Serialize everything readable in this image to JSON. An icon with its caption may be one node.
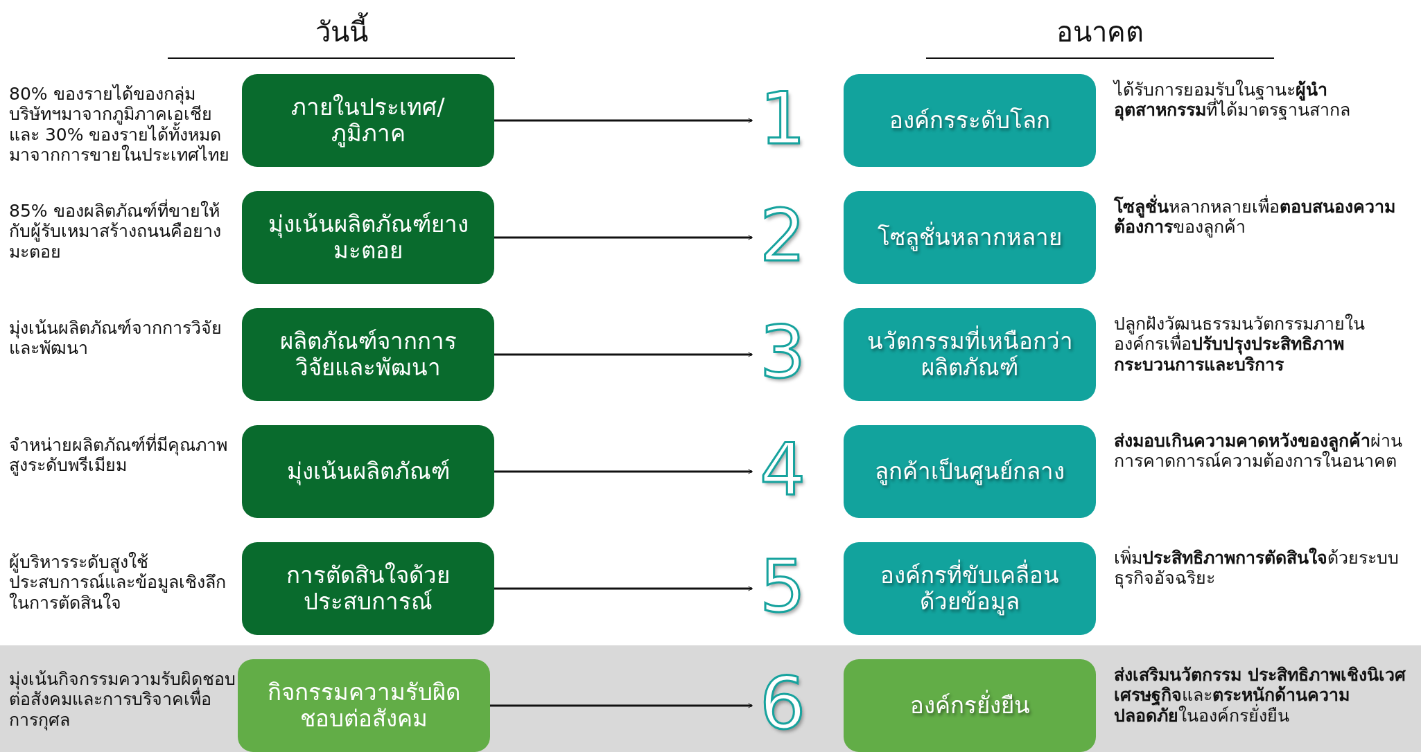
{
  "diagram": {
    "nodes": [
      {
        "text": [
          "ภายในประเทศ/ภูมิภาค"
        ],
        "beside": [
          "80% ของรายได้ของกลุ่มบริษัทฯมาจากภูมิภาคเอเชีย และ 30% ของรายได้ทั้งหมดมาจากการขายในประเทศไทย"
        ]
      },
      {
        "text": [
          "1"
        ]
      },
      {
        "text": [
          "องค์กรระดับโลก"
        ],
        "beside": [
          "ได้รับการยอมรับในฐานะ**ผู้นำอุตสาหกรรม**ที่ได้มาตรฐานสากล"
        ]
      },
      {
        "text": [
          "มุ่งเน้นผลิตภัณฑ์ยางมะตอย"
        ],
        "beside": [
          "85% ของผลิตภัณฑ์ที่ขายให้กับผู้รับเหมาสร้างถนนคือยางมะตอย"
        ]
      },
      {
        "text": [
          "2"
        ]
      },
      {
        "text": [
          "โซลูชั่นหลากหลาย"
        ],
        "beside": [
          "**โซลูชั่น**หลากหลายเพื่อ**ตอบสนองความต้องการ**ของลูกค้า"
        ]
      },
      {
        "text": [
          "ผลิตภัณฑ์จากการวิจัยและพัฒนา"
        ],
        "beside": [
          "มุ่งเน้นผลิตภัณฑ์จากการวิจัยและพัฒนา"
        ]
      },
      {
        "text": [
          "3"
        ]
      },
      {
        "text": [
          "นวัตกรรมที่เหนือกว่าผลิตภัณฑ์"
        ],
        "beside": [
          "ปลูกฝังวัฒนธรรมนวัตกรรมภายในองค์กรเพื่อ**ปรับปรุงประสิทธิภาพกระบวนการและบริการ**"
        ]
      },
      {
        "text": [
          "มุ่งเน้นผลิตภัณฑ์"
        ],
        "beside": [
          "จำหน่ายผลิตภัณฑ์ที่มีคุณภาพสูงระดับพรีเมียม"
        ]
      },
      {
        "text": [
          "4"
        ]
      },
      {
        "text": [
          "ลูกค้าเป็นศูนย์กลาง"
        ],
        "beside": [
          "**ส่งมอบเกินความคาดหวังของลูกค้า**ผ่านการคาดการณ์ความต้องการในอนาคต"
        ]
      },
      {
        "text": [
          "การตัดสินใจด้วยประสบการณ์"
        ],
        "beside": [
          "ผู้บริหารระดับสูงใช้ประสบการณ์และข้อมูลเชิงลึกในการตัดสินใจ"
        ]
      },
      {
        "text": [
          "5"
        ]
      },
      {
        "text": [
          "องค์กรที่ขับเคลื่อนด้วยข้อมูล"
        ],
        "beside": [
          "เพิ่ม**ประสิทธิภาพการตัดสินใจ**ด้วยระบบธุรกิจอัจฉริยะ"
        ]
      },
      {
        "text": [
          "กิจกรรมความรับผิดชอบต่อสังคม"
        ],
        "beside": [
          "มุ่งเน้นกิจกรรมความรับผิดชอบต่อสังคมและการบริจาคเพื่อการกุศล"
        ]
      },
      {
        "text": [
          "6"
        ]
      },
      {
        "text": [
          "องค์กรยั่งยืน"
        ],
        "beside": [
          "**ส่งเสริมนวัตกรรม ประสิทธิภาพเชิงนิเวศเศรษฐกิจ**และ**ตระหนักด้านความปลอดภัย**ในองค์กรยั่งยืน"
        ]
      }
    ],
    "edges": [
      {
        "from": 0,
        "to": 1,
        "arrow": "to"
      },
      {
        "from": 3,
        "to": 4,
        "arrow": "to"
      },
      {
        "from": 6,
        "to": 7,
        "arrow": "to"
      },
      {
        "from": 9,
        "to": 10,
        "arrow": "to"
      },
      {
        "from": 12,
        "to": 13,
        "arrow": "to"
      },
      {
        "from": 15,
        "to": 16,
        "arrow": "to"
      }
    ],
    "labels": [
      "วันนี้",
      "อนาคต"
    ]
  }
}
